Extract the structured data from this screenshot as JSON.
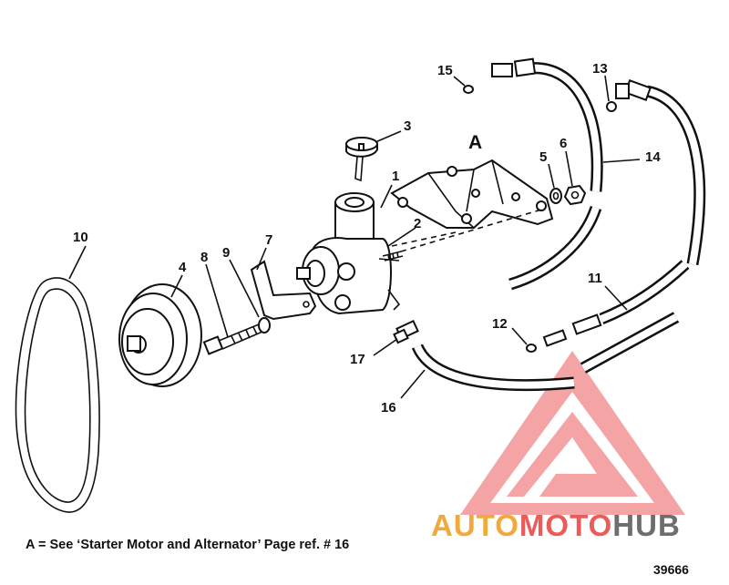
{
  "diagram": {
    "section_label": "A",
    "callouts": [
      "1",
      "2",
      "3",
      "4",
      "5",
      "6",
      "7",
      "8",
      "9",
      "10",
      "11",
      "12",
      "13",
      "14",
      "15",
      "16",
      "17"
    ],
    "note": "A =  See ‘Starter Motor and Alternator’ Page ref. # 16",
    "figure_number": "39666"
  },
  "watermark": {
    "segments": [
      "AUTO",
      "MOTO",
      "HUB"
    ],
    "colors": {
      "auto": "#f2a93b",
      "moto": "#ec5a5a",
      "hub": "#6e6e6e",
      "logo": "#ec5a5a"
    }
  }
}
